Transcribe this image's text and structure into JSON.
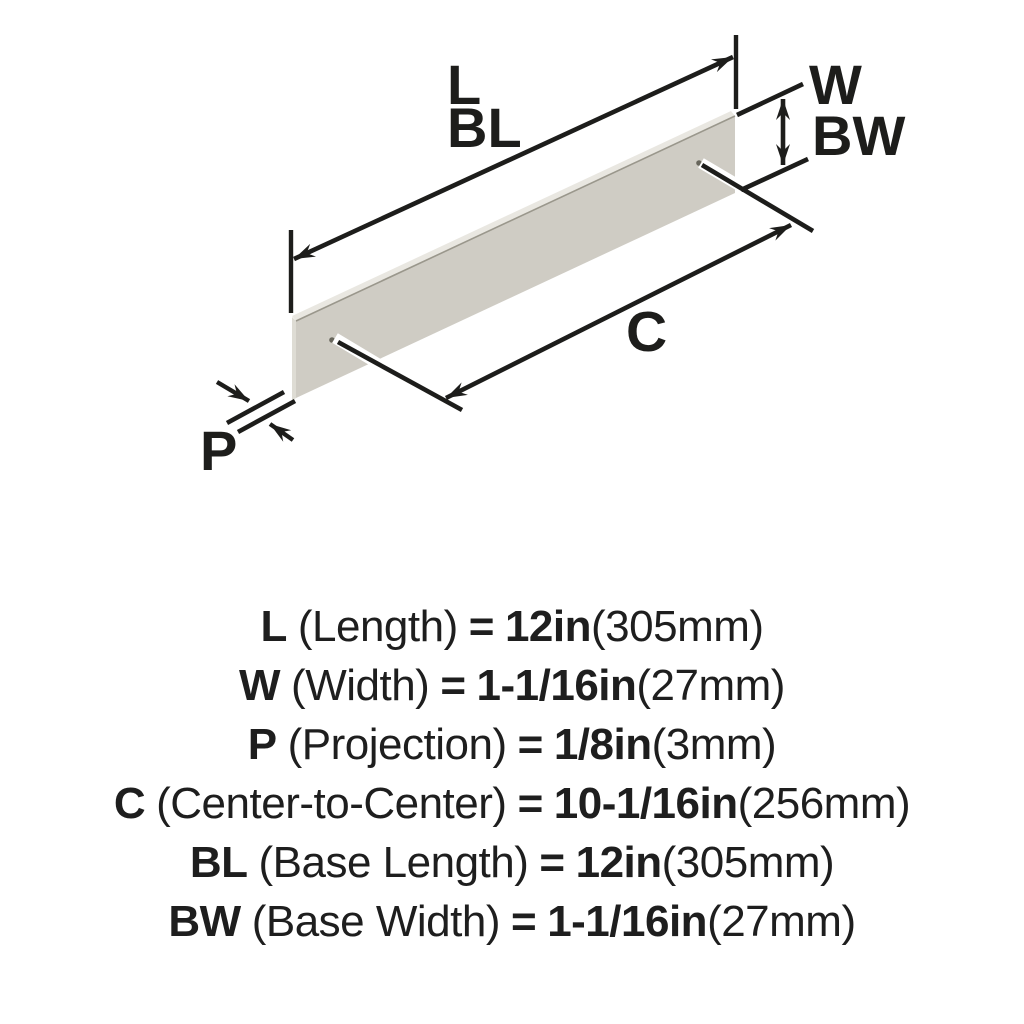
{
  "diagram": {
    "labels": {
      "length": "L",
      "base_length": "BL",
      "width": "W",
      "base_width": "BW",
      "center_to_center": "C",
      "projection": "P"
    },
    "colors": {
      "line": "#1d1d1b",
      "bar_face": "#cfccc4",
      "bar_top_sliver": "#e9e7e1",
      "bar_end_sliver": "#dedcd4",
      "bar_top_edge": "#9a978c",
      "hole": "#68665c",
      "background": "#ffffff"
    }
  },
  "specs": {
    "rows": [
      {
        "letter": "L",
        "name": "(Length)",
        "eq": "=",
        "value": "12in",
        "metric": "(305mm)"
      },
      {
        "letter": "W",
        "name": "(Width)",
        "eq": "=",
        "value": "1-1/16in",
        "metric": "(27mm)"
      },
      {
        "letter": "P",
        "name": "(Projection)",
        "eq": "=",
        "value": "1/8in",
        "metric": "(3mm)"
      },
      {
        "letter": "C",
        "name": "(Center-to-Center)",
        "eq": "=",
        "value": "10-1/16in",
        "metric": "(256mm)"
      },
      {
        "letter": "BL",
        "name": "(Base Length)",
        "eq": "=",
        "value": "12in",
        "metric": "(305mm)"
      },
      {
        "letter": "BW",
        "name": "(Base Width)",
        "eq": "=",
        "value": "1-1/16in",
        "metric": "(27mm)"
      }
    ]
  }
}
